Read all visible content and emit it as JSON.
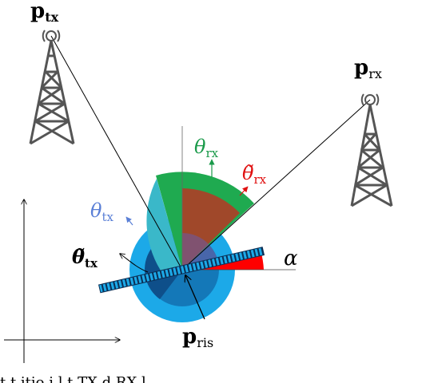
{
  "labels": {
    "p_tx_main": "p",
    "p_tx_sub": "tx",
    "p_rx_main": "p",
    "p_rx_sub": "rx",
    "p_ris_main": "p",
    "p_ris_sub": "ris",
    "theta_rx_main": "θ",
    "theta_rx_sub": "rx",
    "theta_rx_tilde_main": "θ̃",
    "theta_rx_tilde_sub": "rx",
    "theta_tx_main": "θ",
    "theta_tx_sub": "tx",
    "theta_tx_tilde_main": "θ̃",
    "theta_tx_tilde_sub": "tx",
    "alpha": "α",
    "caption": "t        t              itio       i      l   t     TX     d RX        l"
  },
  "colors": {
    "green_sector": "#1faa50",
    "brown_sector": "#a0482a",
    "red_alpha": "#ff0000",
    "light_blue": "#1ca9e8",
    "mid_blue": "#1478b8",
    "dark_blue": "#0e4f8a",
    "teal": "#3ab8c9",
    "theta_tx_color": "#5a7fd6",
    "theta_rx_color": "#1a9a4a",
    "theta_rx_tilde_color": "#e01010",
    "tower_gray": "#555555"
  }
}
